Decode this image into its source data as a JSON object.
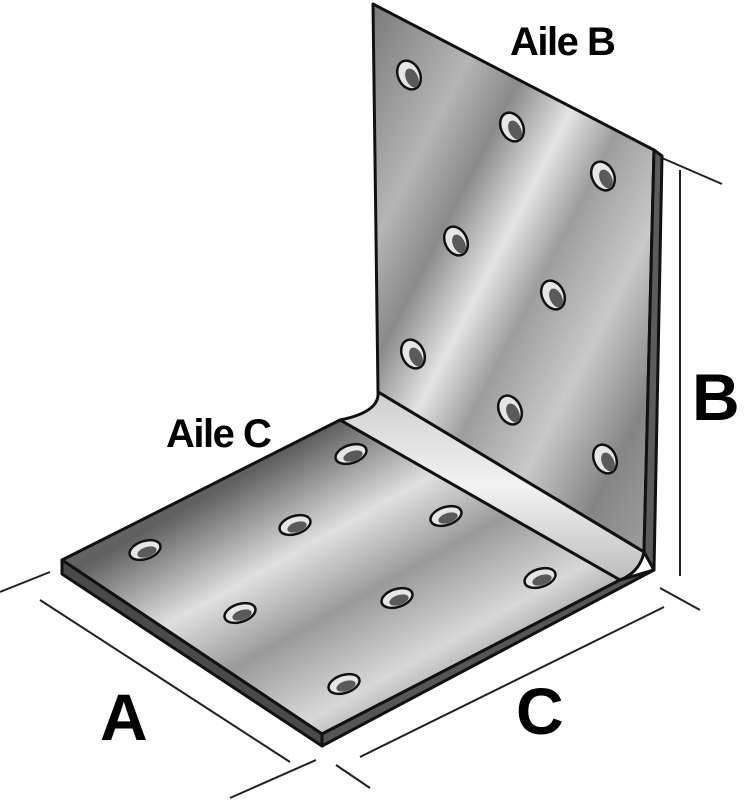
{
  "labels": {
    "flange_b": "Aile B",
    "flange_c": "Aile C",
    "dim_a": "A",
    "dim_b": "B",
    "dim_c": "C"
  },
  "colors": {
    "metal_dark": "#6e6e6e",
    "metal_mid": "#a9a9a9",
    "metal_light": "#e8e8e8",
    "outline": "#111111"
  }
}
